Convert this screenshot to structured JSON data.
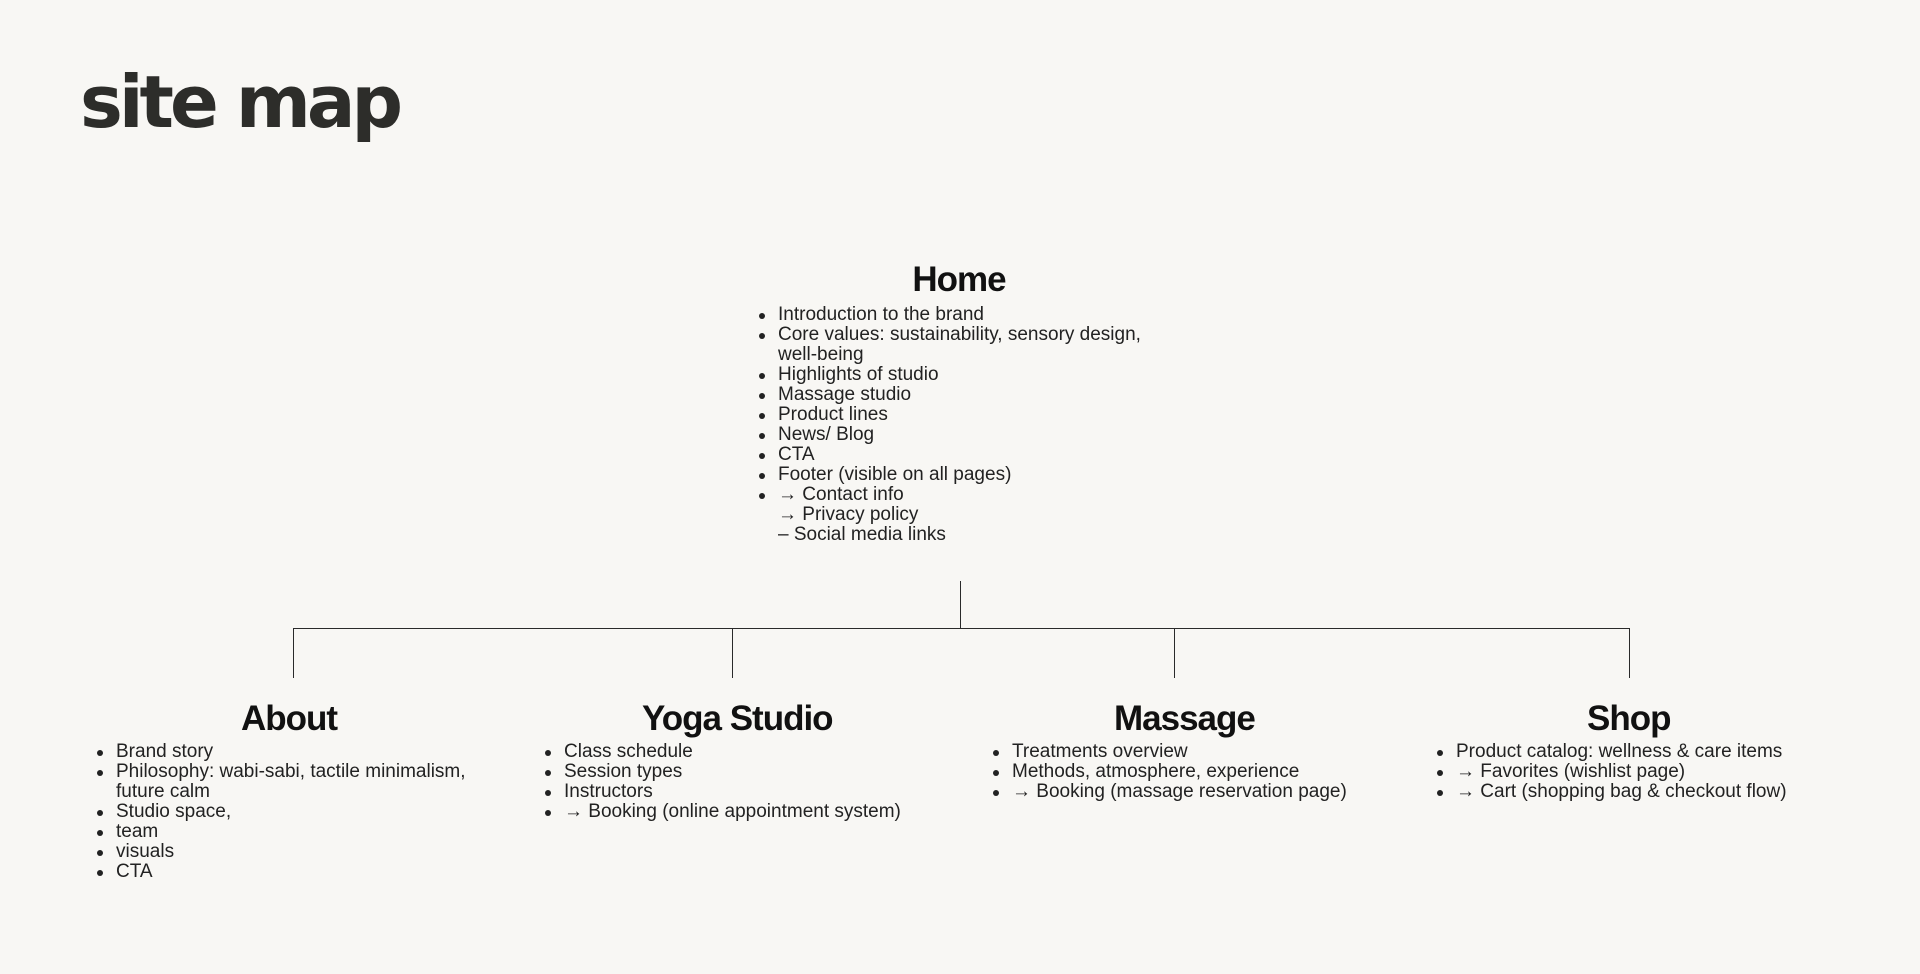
{
  "page": {
    "title": "site map"
  },
  "colors": {
    "background": "#f8f7f4",
    "text": "#1a1a1a",
    "connector": "#2a2a2a"
  },
  "home": {
    "title": "Home",
    "items": [
      "Introduction to the brand",
      "Core values: sustainability, sensory design, well-being",
      "Highlights of studio",
      "Massage studio",
      "Product lines",
      "News/ Blog",
      "CTA",
      "Footer (visible on all pages)",
      "→ Contact info"
    ],
    "sub_items": [
      "→ Privacy policy",
      "– Social media links"
    ]
  },
  "about": {
    "title": "About",
    "items": [
      "Brand story",
      "Philosophy: wabi-sabi, tactile minimalism, future calm",
      "Studio space,",
      "team",
      "visuals",
      "CTA"
    ]
  },
  "yoga": {
    "title": "Yoga Studio",
    "items": [
      "Class schedule",
      "Session types",
      "Instructors",
      " → Booking (online appointment system)"
    ]
  },
  "massage": {
    "title": "Massage",
    "items": [
      "Treatments overview",
      "Methods, atmosphere, experience",
      " → Booking (massage reservation page)"
    ]
  },
  "shop": {
    "title": "Shop",
    "items": [
      "Product catalog: wellness & care items",
      " → Favorites (wishlist page)",
      "→ Cart (shopping bag & checkout flow)"
    ]
  }
}
